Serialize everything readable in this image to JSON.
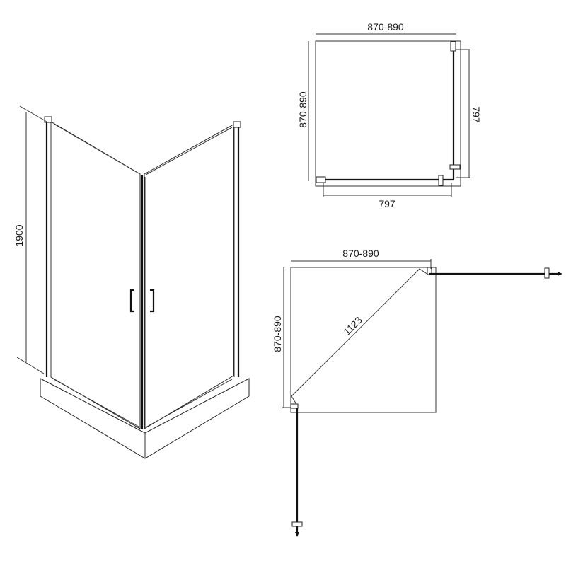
{
  "iso_view": {
    "height_label": "1900"
  },
  "plan_top": {
    "width_label": "870-890",
    "depth_label": "870-890",
    "door_width_label": "797",
    "door_depth_label": "797"
  },
  "plan_bottom": {
    "width_label": "870-890",
    "depth_label": "870-890",
    "diagonal_label": "1123"
  }
}
